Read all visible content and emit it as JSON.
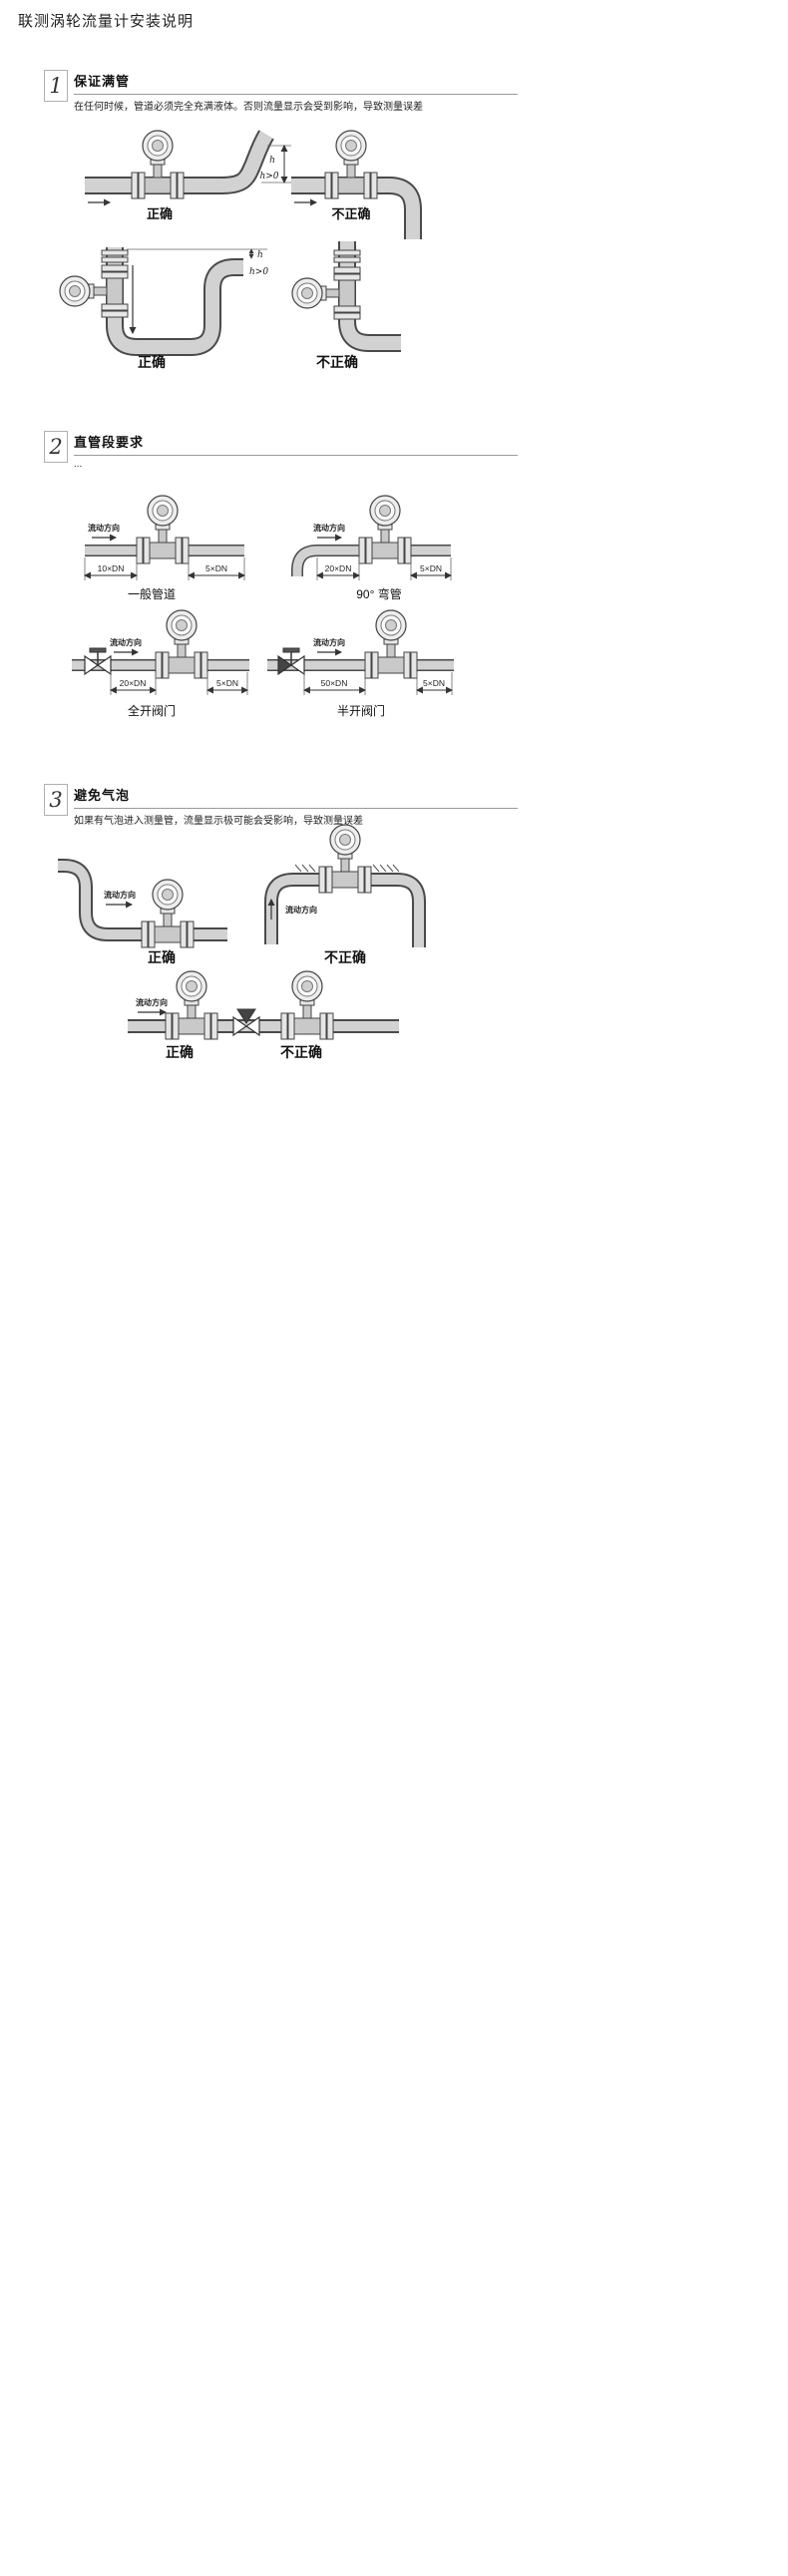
{
  "page": {
    "title": "联测涡轮流量计安装说明"
  },
  "sections": [
    {
      "number": "1",
      "title": "保证满管",
      "description": "在任何时候，管道必须完全充满液体。否则流量显示会受到影响，导致测量误差"
    },
    {
      "number": "2",
      "title": "直管段要求",
      "description": "..."
    },
    {
      "number": "3",
      "title": "避免气泡",
      "description": "如果有气泡进入测量管，流量显示极可能会受影响，导致测量误差"
    }
  ],
  "labels": {
    "correct": "正确",
    "incorrect": "不正确",
    "flow_direction": "流动方向",
    "h": "h",
    "h_gt0": "h>0",
    "dn10": "10×DN",
    "dn20": "20×DN",
    "dn50": "50×DN",
    "dn5": "5×DN"
  },
  "captions": {
    "general_pipe": "一般管道",
    "elbow_90": "90° 弯管",
    "valve_full_open": "全开阀门",
    "valve_half_open": "半开阀门"
  }
}
